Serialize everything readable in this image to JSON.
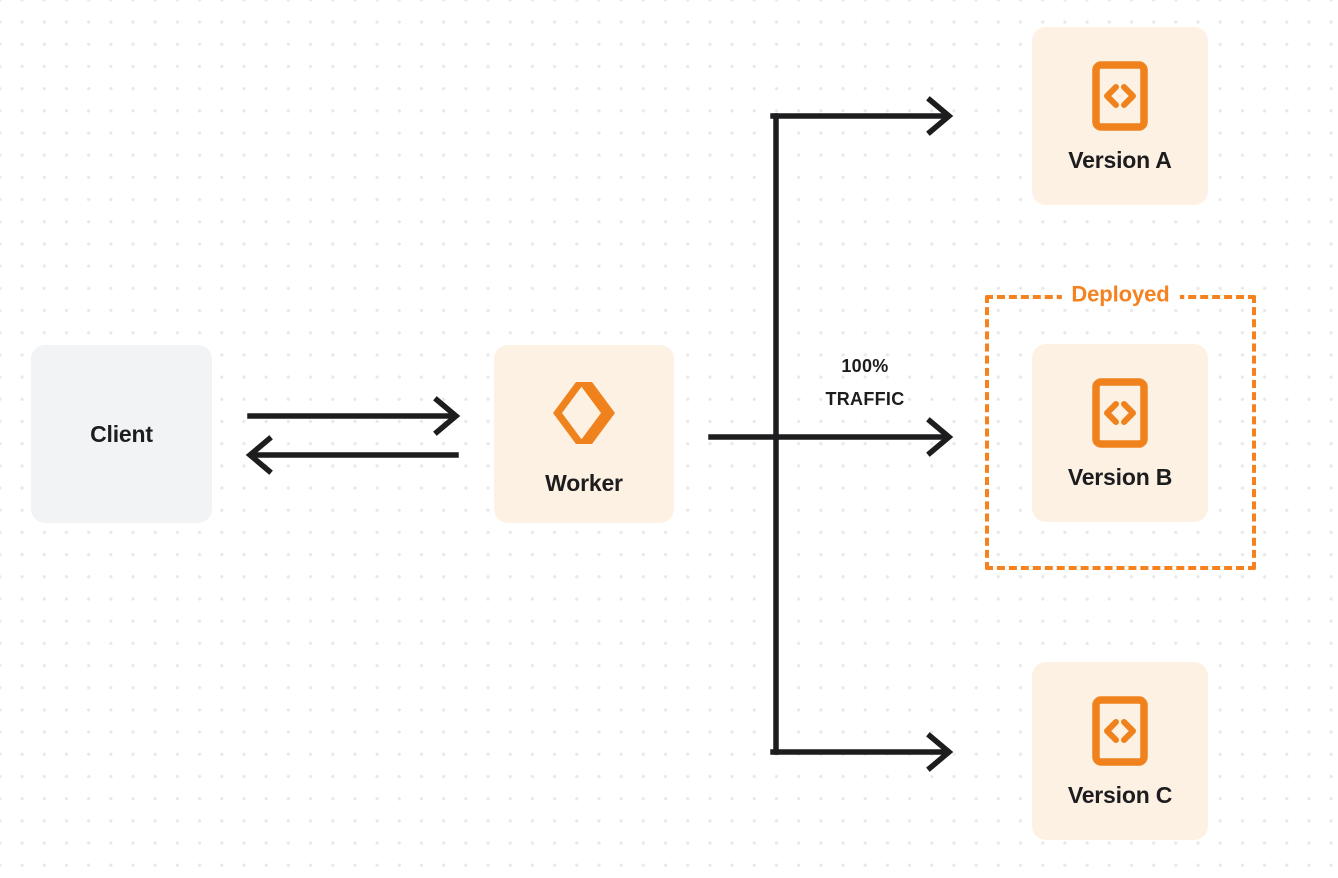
{
  "diagram": {
    "title": "Worker version traffic routing",
    "colors": {
      "accent": "#f6821f",
      "accent_surface": "#fdf1e3",
      "neutral_surface": "#f2f3f5",
      "text": "#1d1d1f",
      "connector": "#1d1d1f",
      "dot_grid": "#e9e9ec",
      "background": "#ffffff"
    },
    "nodes": {
      "client": {
        "label": "Client",
        "icon": ""
      },
      "worker": {
        "label": "Worker",
        "icon": "cloudflare-workers-logo-icon"
      },
      "version_a": {
        "label": "Version A",
        "icon": "code-file-icon"
      },
      "version_b": {
        "label": "Version B",
        "icon": "code-file-icon"
      },
      "version_c": {
        "label": "Version C",
        "icon": "code-file-icon"
      }
    },
    "group": {
      "deployed_label": "Deployed"
    },
    "traffic": {
      "percent": "100%",
      "caption": "TRAFFIC"
    },
    "connectors": [
      {
        "name": "client-to-worker",
        "direction": "right"
      },
      {
        "name": "worker-to-client",
        "direction": "left"
      },
      {
        "name": "worker-to-version-a",
        "direction": "right"
      },
      {
        "name": "worker-to-version-b",
        "direction": "right"
      },
      {
        "name": "worker-to-version-c",
        "direction": "right"
      }
    ]
  }
}
